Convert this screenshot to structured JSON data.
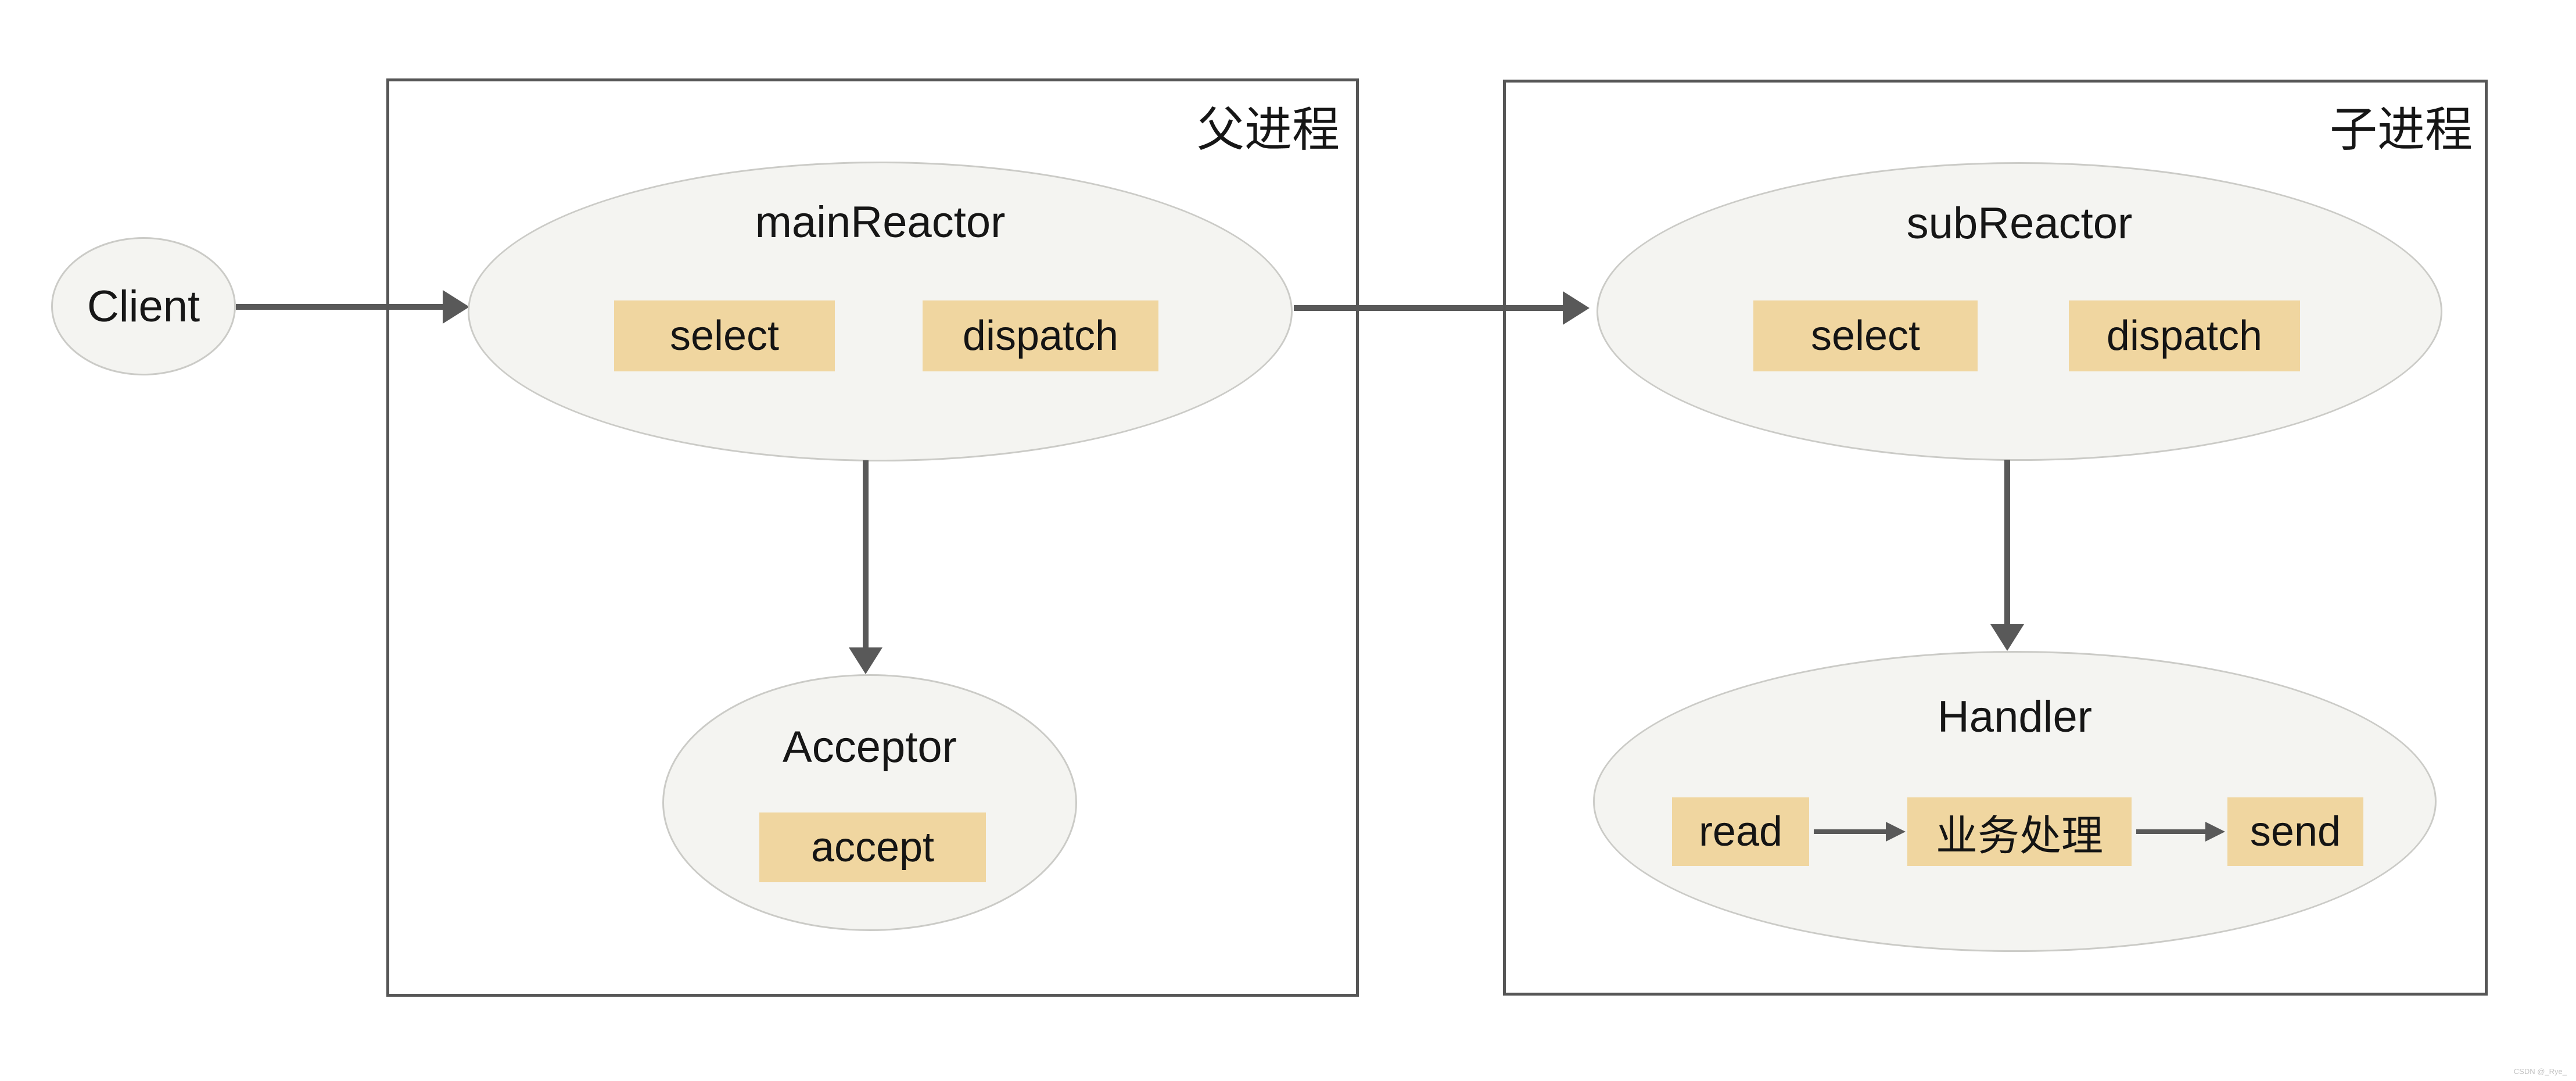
{
  "diagram": {
    "client": {
      "label": "Client"
    },
    "parent_process": {
      "label": "父进程",
      "main_reactor": {
        "title": "mainReactor",
        "select": "select",
        "dispatch": "dispatch"
      },
      "acceptor": {
        "title": "Acceptor",
        "accept": "accept"
      }
    },
    "child_process": {
      "label": "子进程",
      "sub_reactor": {
        "title": "subReactor",
        "select": "select",
        "dispatch": "dispatch"
      },
      "handler": {
        "title": "Handler",
        "read": "read",
        "process": "业务处理",
        "send": "send"
      }
    },
    "watermark": "CSDN @_Rye_",
    "colors": {
      "op_box_fill": "#f0d6a0",
      "ellipse_fill": "#f4f4f1",
      "ellipse_border": "#cbcbc7",
      "line": "#595959",
      "rect_border": "#565656"
    }
  }
}
